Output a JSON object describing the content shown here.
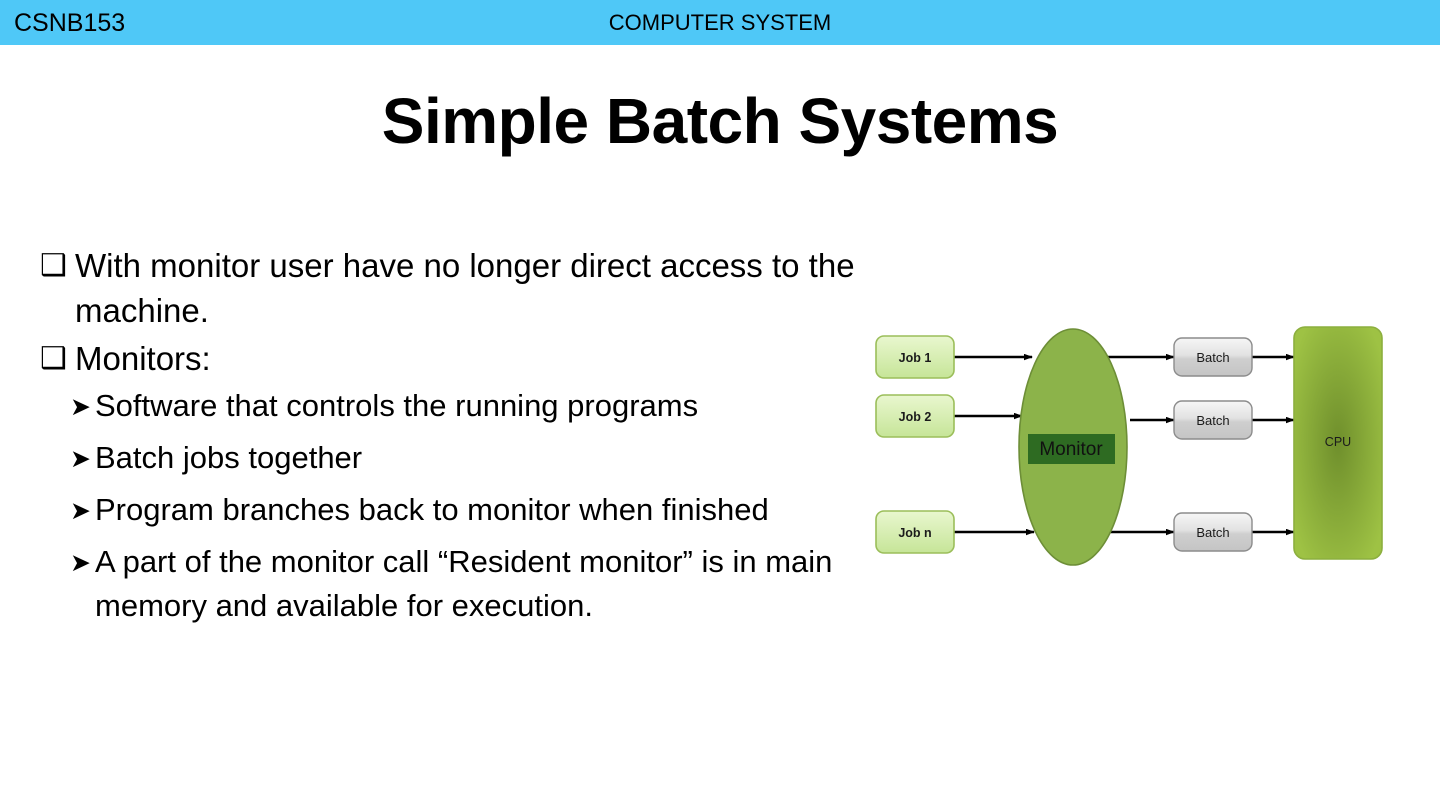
{
  "header": {
    "course_code": "CSNB153",
    "center_title": "COMPUTER SYSTEM",
    "bar_color": "#4FC8F7"
  },
  "slide": {
    "title": "Simple Batch Systems",
    "background_color": "#FFFFFF",
    "text_color": "#000000"
  },
  "body": {
    "bullet_glyph_level1": "❑",
    "bullet_glyph_level2": "➤",
    "items": [
      {
        "level": 1,
        "text": "With monitor user have no longer direct access to the machine."
      },
      {
        "level": 1,
        "text": "Monitors:"
      },
      {
        "level": 2,
        "text": "Software that controls the running programs"
      },
      {
        "level": 2,
        "text": "Batch jobs together"
      },
      {
        "level": 2,
        "text": "Program branches back to monitor when finished"
      },
      {
        "level": 2,
        "text": "A part of the monitor call “Resident monitor” is in main memory and available for execution."
      }
    ]
  },
  "diagram": {
    "name": "simple-batch-system-flow",
    "colors": {
      "job_fill_top": "#E6F5C8",
      "job_fill_bottom": "#C8E79A",
      "job_border": "#9BBE5A",
      "monitor_ellipse_fill": "#8CB34A",
      "monitor_ellipse_border": "#6E8F38",
      "monitor_rect_fill": "#2E6B22",
      "batch_fill_top": "#F2F2F2",
      "batch_fill_bottom": "#C9C9C9",
      "batch_border": "#8C8C8C",
      "cpu_fill_edge": "#9CC040",
      "cpu_fill_center": "#6E8E2E",
      "cpu_border": "#8CAF3E",
      "arrow_color": "#000000"
    },
    "jobs": [
      {
        "label": "Job 1"
      },
      {
        "label": "Job 2"
      },
      {
        "label": "Job n"
      }
    ],
    "monitor": {
      "label": "Monitor"
    },
    "batches": [
      {
        "label": "Batch"
      },
      {
        "label": "Batch"
      },
      {
        "label": "Batch"
      }
    ],
    "cpu": {
      "label": "CPU"
    }
  }
}
